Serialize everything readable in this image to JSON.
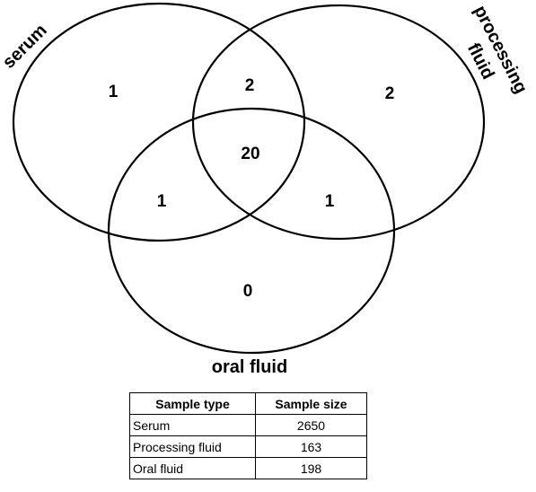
{
  "sets": {
    "serum": "serum",
    "processing_fluid_line1": "processing",
    "processing_fluid_line2": "fluid",
    "oral_fluid": "oral fluid"
  },
  "regions": {
    "serum_only": "1",
    "processing_only": "2",
    "oral_only": "0",
    "serum_processing": "2",
    "serum_oral": "1",
    "processing_oral": "1",
    "all_three": "20"
  },
  "table": {
    "headers": [
      "Sample type",
      "Sample size"
    ],
    "rows": [
      [
        "Serum",
        "2650"
      ],
      [
        "Processing fluid",
        "163"
      ],
      [
        "Oral fluid",
        "198"
      ]
    ]
  }
}
